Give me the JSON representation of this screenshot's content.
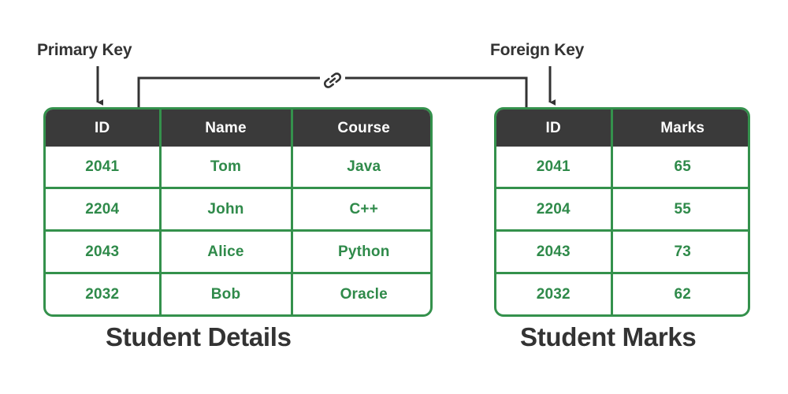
{
  "diagram": {
    "title": "Primary Key and Foreign Key relationship between Student Details and Student Marks tables",
    "colors": {
      "table_border_green": "#34914c",
      "value_text_green": "#2f8a4a",
      "header_dark": "#3a3a3a",
      "label_text": "#333333",
      "connector_line": "#333333",
      "background": "#ffffff"
    }
  },
  "annotations": {
    "primary_key_label": "Primary Key",
    "foreign_key_label": "Foreign Key",
    "relationship_icon": "chain-link-icon"
  },
  "tables": [
    {
      "id": "student-details",
      "caption": "Student Details",
      "columns": [
        "ID",
        "Name",
        "Course"
      ],
      "rows": [
        [
          "2041",
          "Tom",
          "Java"
        ],
        [
          "2204",
          "John",
          "C++"
        ],
        [
          "2043",
          "Alice",
          "Python"
        ],
        [
          "2032",
          "Bob",
          "Oracle"
        ]
      ]
    },
    {
      "id": "student-marks",
      "caption": "Student Marks",
      "columns": [
        "ID",
        "Marks"
      ],
      "rows": [
        [
          "2041",
          "65"
        ],
        [
          "2204",
          "55"
        ],
        [
          "2043",
          "73"
        ],
        [
          "2032",
          "62"
        ]
      ]
    }
  ]
}
